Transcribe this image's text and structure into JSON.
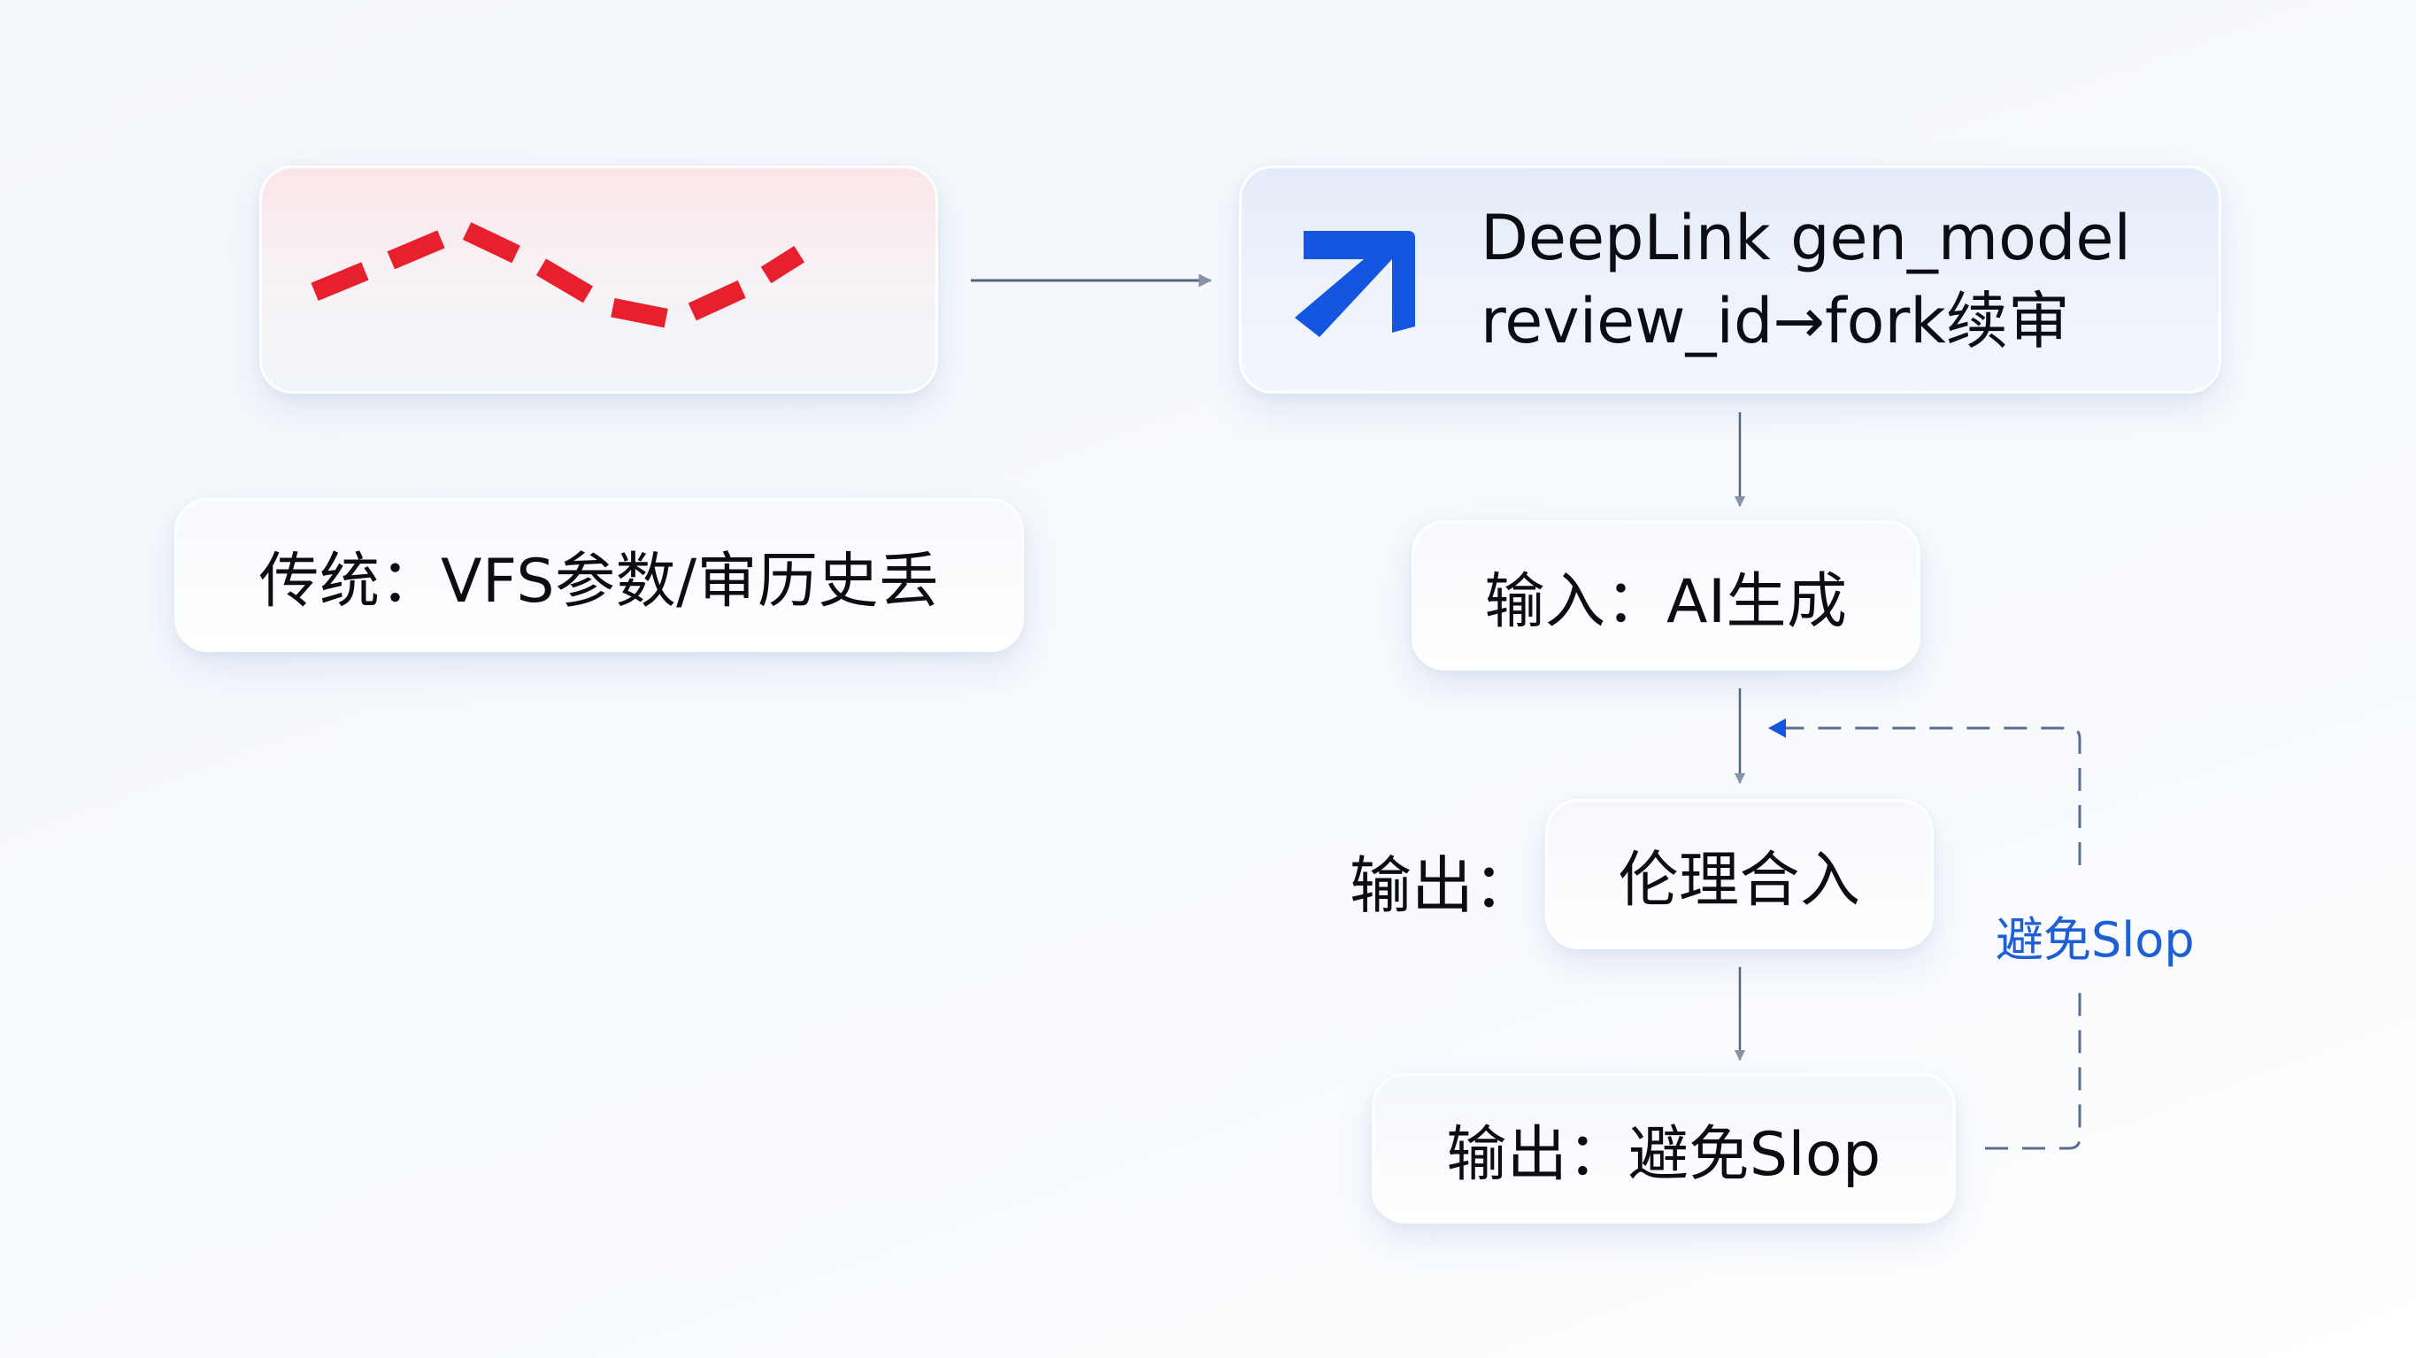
{
  "diagram": {
    "problem_card": {
      "icon": "broken-dashed-trend-line",
      "accent_color": "#e8202e"
    },
    "solution_card": {
      "icon": "arrow-up-right-icon",
      "icon_color": "#1456e0",
      "line1": "DeepLink gen_model",
      "line2": "review_id→fork续审"
    },
    "traditional_card": {
      "text": "传统：VFS参数/审历史丢"
    },
    "flow": {
      "input_step": "输入：AI生成",
      "output_prefix": "输出：",
      "ethics_step": "伦理合入",
      "output_step": "输出：避免Slop",
      "loop_label": "避免Slop",
      "loop_color": "#1f5fd6",
      "arrow_color": "#8794a8"
    }
  }
}
